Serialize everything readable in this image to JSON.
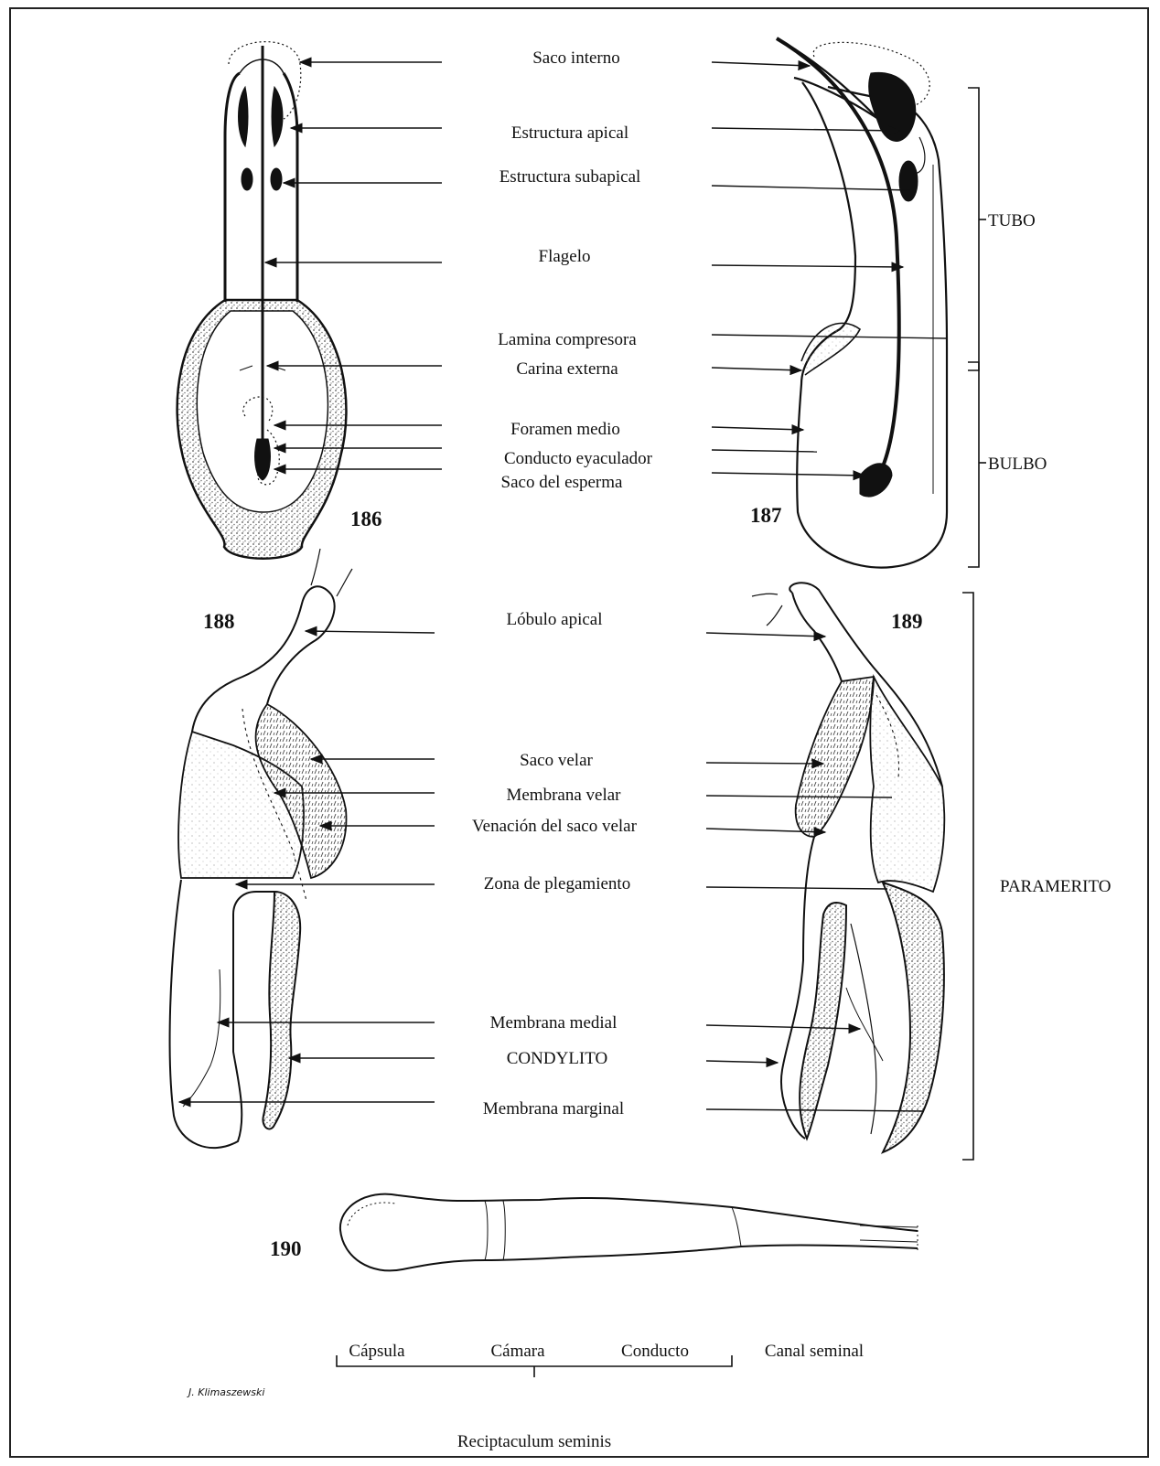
{
  "figures": [
    "186",
    "187",
    "188",
    "189",
    "190"
  ],
  "aedeagus_labels": [
    "Saco interno",
    "Estructura apical",
    "Estructura subapical",
    "Flagelo",
    "Lamina compresora",
    "Carina externa",
    "Foramen medio",
    "Conducto eyaculador",
    "Saco del esperma"
  ],
  "paramere_labels": [
    "Lóbulo apical",
    "Saco velar",
    "Membrana velar",
    "Venación del saco velar",
    "Zona de plegamiento",
    "Membrana medial",
    "CONDYLITO",
    "Membrana marginal"
  ],
  "region_labels": {
    "tubo": "TUBO",
    "bulbo": "BULBO",
    "paramerito": "PARAMERITO"
  },
  "spermatheca": {
    "parts": [
      "Cápsula",
      "Cámara",
      "Conducto",
      "Canal seminal"
    ],
    "group_label": "Reciptaculum seminis"
  },
  "signature": "J. Klimaszewski"
}
